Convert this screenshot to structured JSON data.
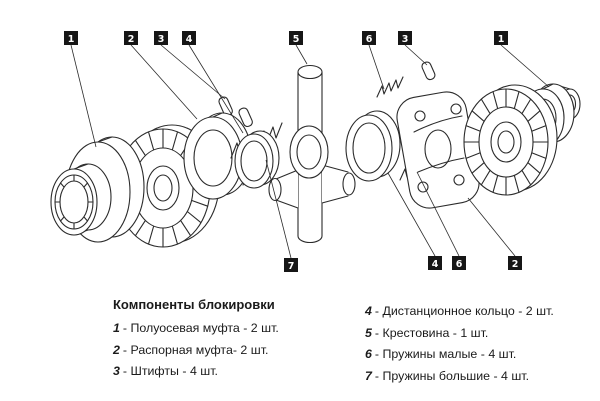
{
  "colors": {
    "ink": "#2b2b2b",
    "callout_bg": "#161616",
    "callout_text": "#ffffff",
    "background": "#ffffff"
  },
  "callouts": [
    {
      "n": "1"
    },
    {
      "n": "2"
    },
    {
      "n": "3"
    },
    {
      "n": "4"
    },
    {
      "n": "5"
    },
    {
      "n": "6"
    },
    {
      "n": "3"
    },
    {
      "n": "1"
    },
    {
      "n": "7"
    },
    {
      "n": "4"
    },
    {
      "n": "6"
    },
    {
      "n": "2"
    }
  ],
  "legend": {
    "title": "Компоненты блокировки",
    "left": [
      {
        "num": "1",
        "label": "- Полуосевая муфта - 2 шт."
      },
      {
        "num": "2",
        "label": "- Распорная муфта- 2 шт."
      },
      {
        "num": "3",
        "label": "- Штифты - 4 шт."
      }
    ],
    "right": [
      {
        "num": "4",
        "label": "- Дистанционное кольцо - 2 шт."
      },
      {
        "num": "5",
        "label": "- Крестовина - 1 шт."
      },
      {
        "num": "6",
        "label": "- Пружины малые - 4 шт."
      },
      {
        "num": "7",
        "label": "- Пружины большие - 4 шт."
      }
    ]
  }
}
